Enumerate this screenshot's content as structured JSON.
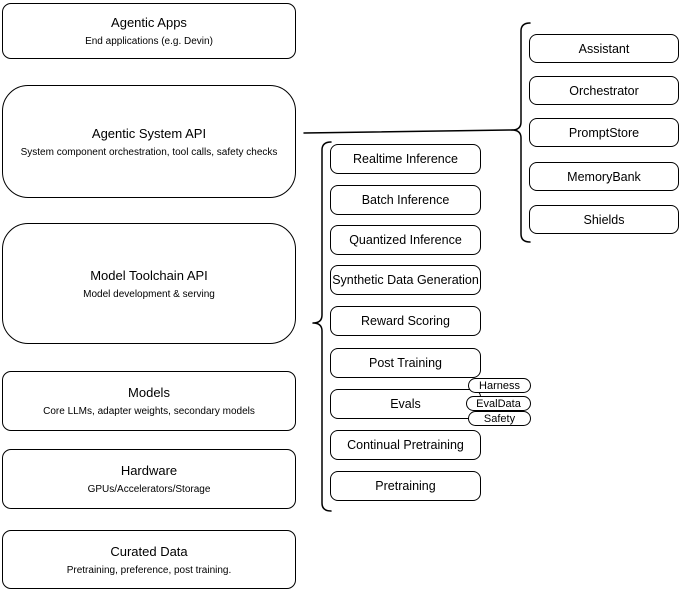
{
  "diagram": {
    "stack": [
      {
        "title": "Agentic Apps",
        "subtitle": "End applications (e.g. Devin)"
      },
      {
        "title": "Agentic System API",
        "subtitle": "System component orchestration, tool calls, safety checks"
      },
      {
        "title": "Model Toolchain API",
        "subtitle": "Model development & serving"
      },
      {
        "title": "Models",
        "subtitle": "Core LLMs, adapter weights, secondary models"
      },
      {
        "title": "Hardware",
        "subtitle": "GPUs/Accelerators/Storage"
      },
      {
        "title": "Curated Data",
        "subtitle": "Pretraining, preference, post training."
      }
    ],
    "toolchain_nodes": [
      "Realtime Inference",
      "Batch Inference",
      "Quantized Inference",
      "Synthetic Data Generation",
      "Reward Scoring",
      "Post Training",
      "Evals",
      "Continual Pretraining",
      "Pretraining"
    ],
    "eval_tags": [
      "Harness",
      "EvalData",
      "Safety"
    ],
    "system_nodes": [
      "Assistant",
      "Orchestrator",
      "PromptStore",
      "MemoryBank",
      "Shields"
    ],
    "colors": {
      "stroke": "#000000",
      "fill": "#ffffff"
    }
  }
}
